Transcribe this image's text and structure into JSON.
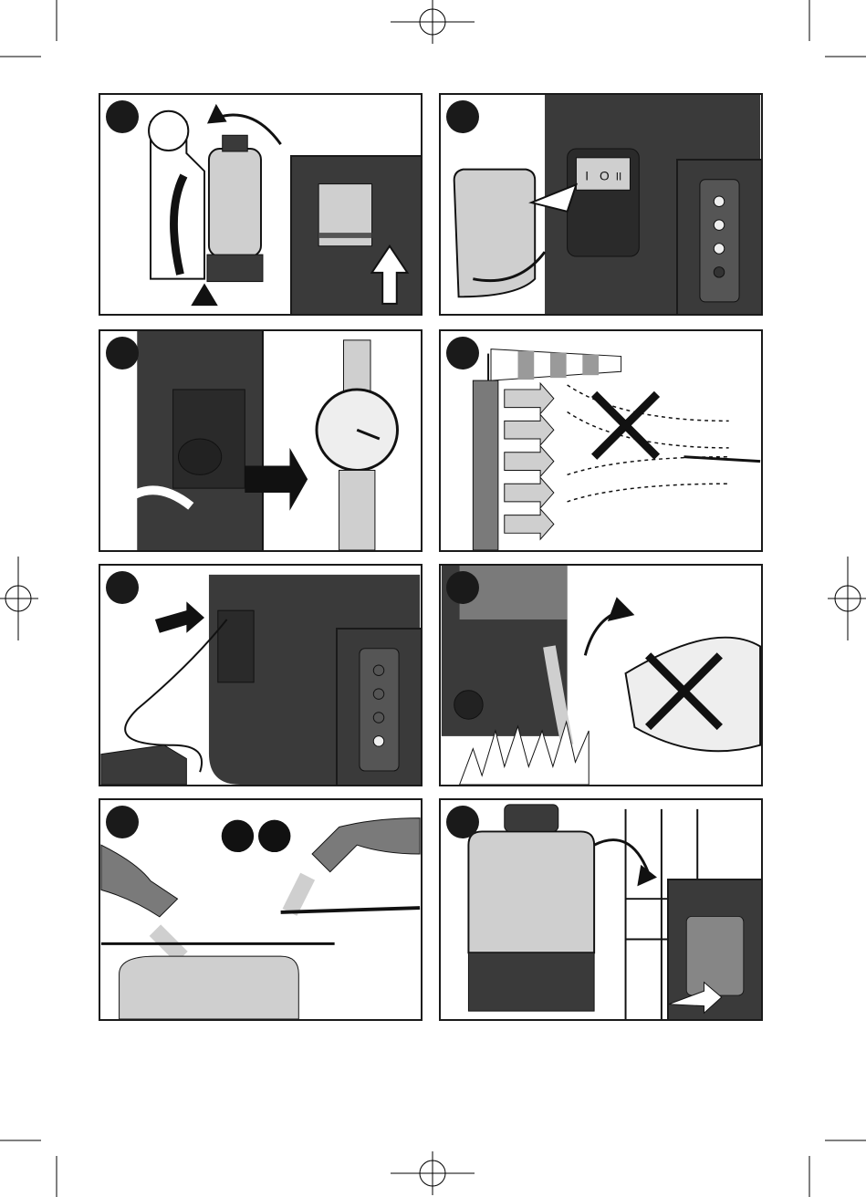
{
  "page": {
    "panels": [
      {
        "id": 1,
        "topic": "backpack-mount"
      },
      {
        "id": 2,
        "topic": "battery-insert"
      },
      {
        "id": 3,
        "topic": "pressure-adjust"
      },
      {
        "id": 4,
        "topic": "wind-warning"
      },
      {
        "id": 5,
        "topic": "charging"
      },
      {
        "id": 6,
        "topic": "draining"
      },
      {
        "id": 7,
        "topic": "cleaning"
      },
      {
        "id": 8,
        "topic": "storage"
      }
    ]
  },
  "switch": {
    "on": "I",
    "off": "O",
    "mode": "II"
  },
  "colors": {
    "dark": "#3a3a3a",
    "mid": "#7a7a7a",
    "light": "#cfcfcf",
    "border": "#1a1a1a",
    "windsock_stripe": "#9a9a9a"
  }
}
